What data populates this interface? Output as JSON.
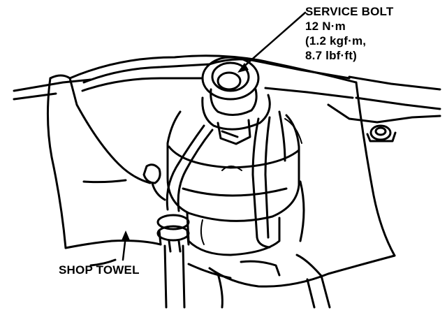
{
  "figure": {
    "labels": {
      "service_bolt": {
        "name": "SERVICE BOLT",
        "torque_nm": "12 N·m",
        "torque_kgfm": "(1.2 kgf·m,",
        "torque_lbfft": "8.7 lbf·ft)"
      },
      "shop_towel": "SHOP TOWEL"
    }
  }
}
